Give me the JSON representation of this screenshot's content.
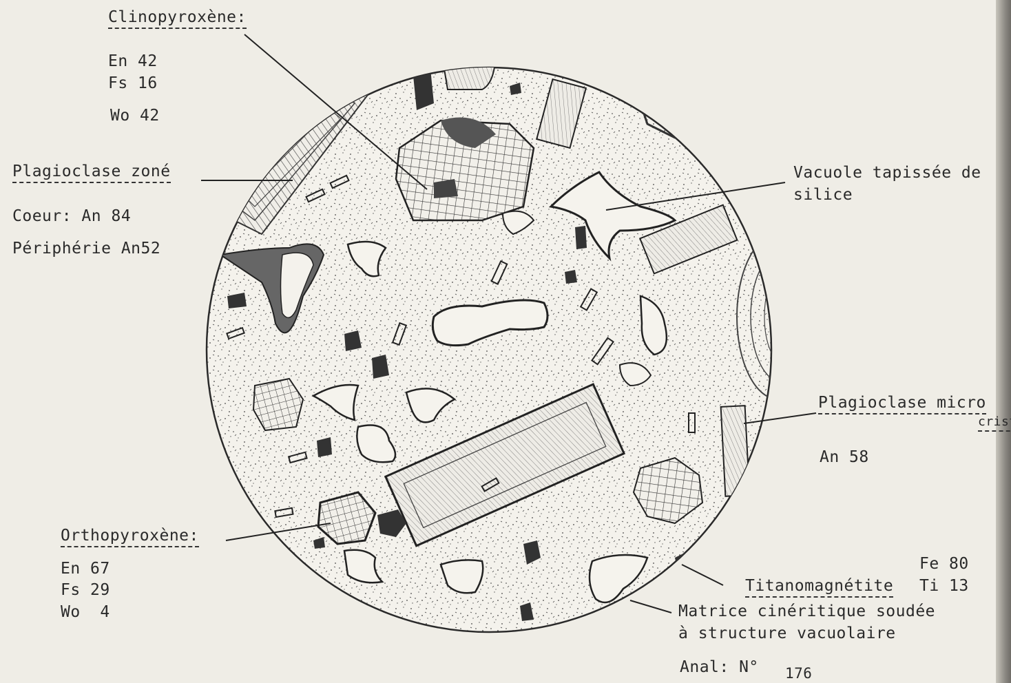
{
  "labels": {
    "clinopyroxene": {
      "title": "Clinopyroxène:",
      "en": "En 42",
      "fs": "Fs 16",
      "wo": "Wo 42"
    },
    "plagioclase_zone": {
      "title": "Plagioclase zoné",
      "coeur": "Coeur: An 84",
      "peripherie": "Périphérie An52"
    },
    "vacuole": {
      "line1": "Vacuole tapissée de",
      "line2": "silice"
    },
    "plagioclase_micro": {
      "title": "Plagioclase micro",
      "line2": "crist",
      "an": "An 58"
    },
    "orthopyroxene": {
      "title": "Orthopyroxène:",
      "en": "En 67",
      "fs": "Fs 29",
      "wo": "Wo  4"
    },
    "titanomagnetite": {
      "title": "Titanomagnétite",
      "fe": "Fe 80",
      "ti": "Ti 13"
    },
    "matrice": {
      "line1": "Matrice cinéritique soudée",
      "line2": "à structure vacuolaire"
    },
    "anal": {
      "label": "Anal: N°",
      "number": "176"
    }
  },
  "colors": {
    "ink": "#2a2a2a",
    "paper": "#efede6",
    "dark_fill": "#555555"
  }
}
